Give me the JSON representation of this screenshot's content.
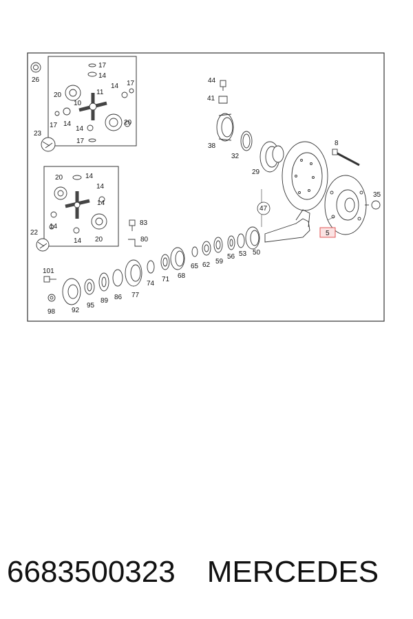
{
  "diagram": {
    "callouts": [
      {
        "id": "c26",
        "text": "26"
      },
      {
        "id": "c17a",
        "text": "17"
      },
      {
        "id": "c14a",
        "text": "14"
      },
      {
        "id": "c20a",
        "text": "20"
      },
      {
        "id": "c10",
        "text": "10"
      },
      {
        "id": "c11",
        "text": "11"
      },
      {
        "id": "c14b",
        "text": "14"
      },
      {
        "id": "c17b",
        "text": "17"
      },
      {
        "id": "c17c",
        "text": "17"
      },
      {
        "id": "c14c",
        "text": "14"
      },
      {
        "id": "c20b",
        "text": "20"
      },
      {
        "id": "c14d",
        "text": "14"
      },
      {
        "id": "c17d",
        "text": "17"
      },
      {
        "id": "c23",
        "text": "23"
      },
      {
        "id": "c20c",
        "text": "20"
      },
      {
        "id": "c14e",
        "text": "14"
      },
      {
        "id": "c14f",
        "text": "14"
      },
      {
        "id": "c14g",
        "text": "14"
      },
      {
        "id": "c14h",
        "text": "14"
      },
      {
        "id": "c14i",
        "text": "14"
      },
      {
        "id": "c20d",
        "text": "20"
      },
      {
        "id": "c22",
        "text": "22"
      },
      {
        "id": "c44",
        "text": "44"
      },
      {
        "id": "c41",
        "text": "41"
      },
      {
        "id": "c38",
        "text": "38"
      },
      {
        "id": "c32",
        "text": "32"
      },
      {
        "id": "c29",
        "text": "29"
      },
      {
        "id": "c8",
        "text": "8"
      },
      {
        "id": "c35",
        "text": "35"
      },
      {
        "id": "c47",
        "text": "47"
      },
      {
        "id": "c5",
        "text": "5"
      },
      {
        "id": "c83",
        "text": "83"
      },
      {
        "id": "c80",
        "text": "80"
      },
      {
        "id": "c50",
        "text": "50"
      },
      {
        "id": "c53",
        "text": "53"
      },
      {
        "id": "c56",
        "text": "56"
      },
      {
        "id": "c59",
        "text": "59"
      },
      {
        "id": "c62",
        "text": "62"
      },
      {
        "id": "c65",
        "text": "65"
      },
      {
        "id": "c68",
        "text": "68"
      },
      {
        "id": "c71",
        "text": "71"
      },
      {
        "id": "c74",
        "text": "74"
      },
      {
        "id": "c77",
        "text": "77"
      },
      {
        "id": "c86",
        "text": "86"
      },
      {
        "id": "c89",
        "text": "89"
      },
      {
        "id": "c95",
        "text": "95"
      },
      {
        "id": "c92",
        "text": "92"
      },
      {
        "id": "c98",
        "text": "98"
      },
      {
        "id": "c101",
        "text": "101"
      }
    ]
  },
  "footer": {
    "part_number": "6683500323",
    "brand": "MERCEDES"
  },
  "colors": {
    "highlight": "#e05555",
    "highlight_fill": "#fbe3e3",
    "line": "#333333"
  }
}
